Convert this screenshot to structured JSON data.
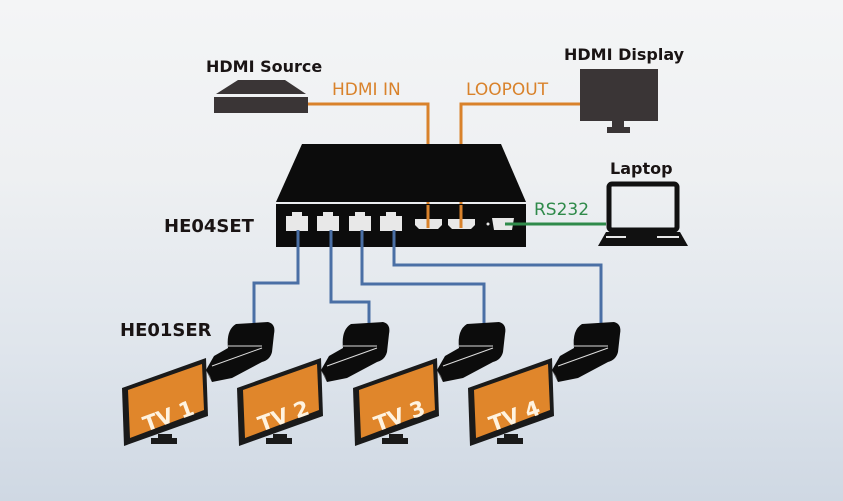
{
  "colors": {
    "hdmi_cable": "#d9822b",
    "rs232_cable": "#2f8a4a",
    "network_cable": "#4a6fa5",
    "device_dark": "#3a3536",
    "device_black": "#0c0c0c",
    "tv_screen": "#e0862b"
  },
  "labels": {
    "hdmi_source": "HDMI Source",
    "hdmi_display": "HDMI Display",
    "hdmi_in": "HDMI IN",
    "loopout": "LOOPOUT",
    "laptop": "Laptop",
    "rs232": "RS232",
    "transmitter": "HE04SET",
    "receiver": "HE01SER"
  },
  "tvs": [
    {
      "label": "TV 1"
    },
    {
      "label": "TV 2"
    },
    {
      "label": "TV 3"
    },
    {
      "label": "TV 4"
    }
  ],
  "icons": {
    "source": "hdmi-source-box-icon",
    "display": "monitor-icon",
    "laptop": "laptop-icon",
    "transmitter": "hdbaset-transmitter-icon",
    "receiver": "hdbaset-receiver-icon",
    "tv": "tv-icon"
  }
}
